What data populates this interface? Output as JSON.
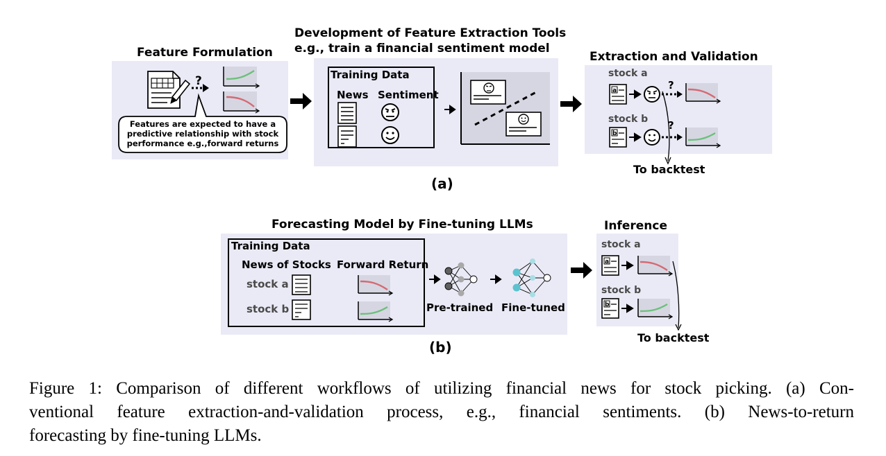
{
  "panel_a": {
    "feature_formulation_title": "Feature Formulation",
    "feature_bubble_text": "Features are expected to have a predictive relationship with stock performance e.g.,forward returns",
    "development_title_line1": "Development of Feature Extraction Tools",
    "development_title_line2": "e.g., train a financial sentiment model",
    "training_data_label": "Training Data",
    "news_label": "News",
    "sentiment_label": "Sentiment",
    "extraction_title": "Extraction and Validation",
    "stock_a_label": "stock a",
    "stock_b_label": "stock b",
    "to_backtest_label": "To backtest",
    "question_mark": "?",
    "subfigure_label": "(a)"
  },
  "panel_b": {
    "forecasting_title": "Forecasting Model by Fine-tuning LLMs",
    "training_data_label": "Training Data",
    "news_of_stocks_label": "News of Stocks",
    "forward_return_label": "Forward Return",
    "stock_a_label": "stock a",
    "stock_b_label": "stock b",
    "pretrained_label": "Pre-trained",
    "finetuned_label": "Fine-tuned",
    "inference_title": "Inference",
    "inference_stock_a_label": "stock a",
    "inference_stock_b_label": "stock b",
    "to_backtest_label": "To backtest",
    "subfigure_label": "(b)"
  },
  "caption": {
    "line1": "Figure 1: Comparison of different workflows of utilizing financial news for stock picking. (a) Con-",
    "line2": "ventional feature extraction-and-validation process, e.g., financial sentiments. (b) News-to-return",
    "line3": "forecasting by fine-tuning LLMs."
  },
  "colors": {
    "panel_bg": "#eaeaf6",
    "chart_bg": "#d6d6e2",
    "up_line": "#6cc07a",
    "down_line": "#d46a73",
    "neuron_dark": "#606060",
    "neuron_light": "#a9a9a9",
    "neuron_cyan": "#5bc3cf"
  }
}
